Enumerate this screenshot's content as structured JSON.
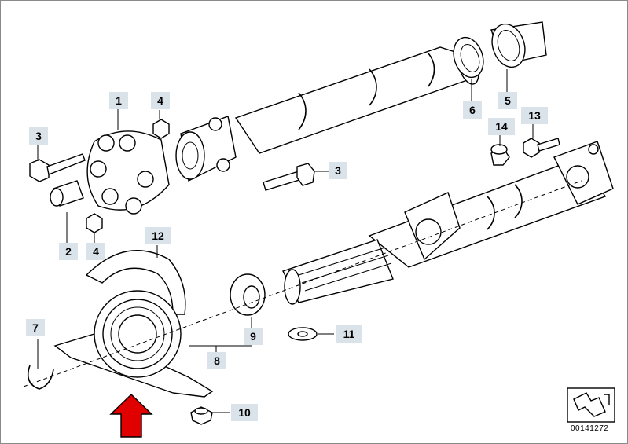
{
  "parts": [
    {
      "id": "p1",
      "number": "1"
    },
    {
      "id": "p2",
      "number": "2"
    },
    {
      "id": "p3a",
      "number": "3"
    },
    {
      "id": "p3b",
      "number": "3"
    },
    {
      "id": "p4a",
      "number": "4"
    },
    {
      "id": "p4b",
      "number": "4"
    },
    {
      "id": "p5",
      "number": "5"
    },
    {
      "id": "p6",
      "number": "6"
    },
    {
      "id": "p7",
      "number": "7"
    },
    {
      "id": "p8",
      "number": "8"
    },
    {
      "id": "p9",
      "number": "9"
    },
    {
      "id": "p10",
      "number": "10"
    },
    {
      "id": "p11",
      "number": "11"
    },
    {
      "id": "p12",
      "number": "12"
    },
    {
      "id": "p13",
      "number": "13"
    },
    {
      "id": "p14",
      "number": "14"
    }
  ],
  "diagram_code": "00141272",
  "colors": {
    "label_bg": "#dbe3ea",
    "arrow": "#e00000"
  },
  "icons": {
    "return_arrow": "return-arrow-icon",
    "pointer": "red-up-arrow-icon"
  }
}
